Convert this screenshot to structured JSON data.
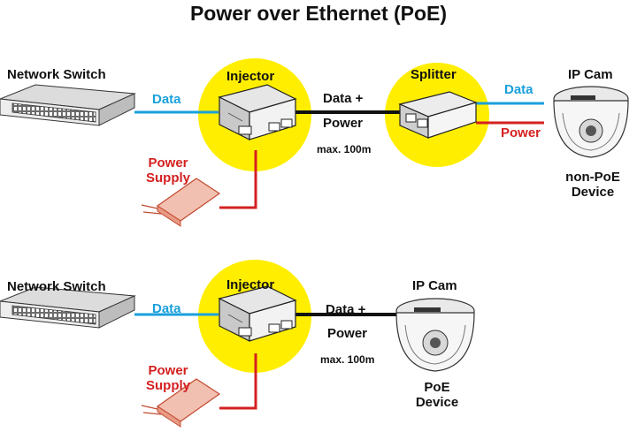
{
  "title": "Power over Ethernet (PoE)",
  "colors": {
    "circle": "#ffee00",
    "data": "#1aa0dc",
    "power": "#d42020",
    "cable": "#111111"
  },
  "top": {
    "switch_label": "Network Switch",
    "data_label": "Data",
    "injector_label": "Injector",
    "supply_label_1": "Power",
    "supply_label_2": "Supply",
    "combined_1": "Data +",
    "combined_2": "Power",
    "distance": "max. 100m",
    "splitter_label": "Splitter",
    "out_data": "Data",
    "out_power": "Power",
    "camera_label": "IP Cam",
    "device_1": "non-PoE",
    "device_2": "Device"
  },
  "bottom": {
    "switch_label": "Network Switch",
    "data_label": "Data",
    "injector_label": "Injector",
    "supply_label_1": "Power",
    "supply_label_2": "Supply",
    "combined_1": "Data +",
    "combined_2": "Power",
    "distance": "max. 100m",
    "camera_label": "IP Cam",
    "device_1": "PoE",
    "device_2": "Device"
  },
  "icons": [
    "network-switch-icon",
    "injector-icon",
    "splitter-icon",
    "ip-camera-icon",
    "power-supply-icon"
  ]
}
